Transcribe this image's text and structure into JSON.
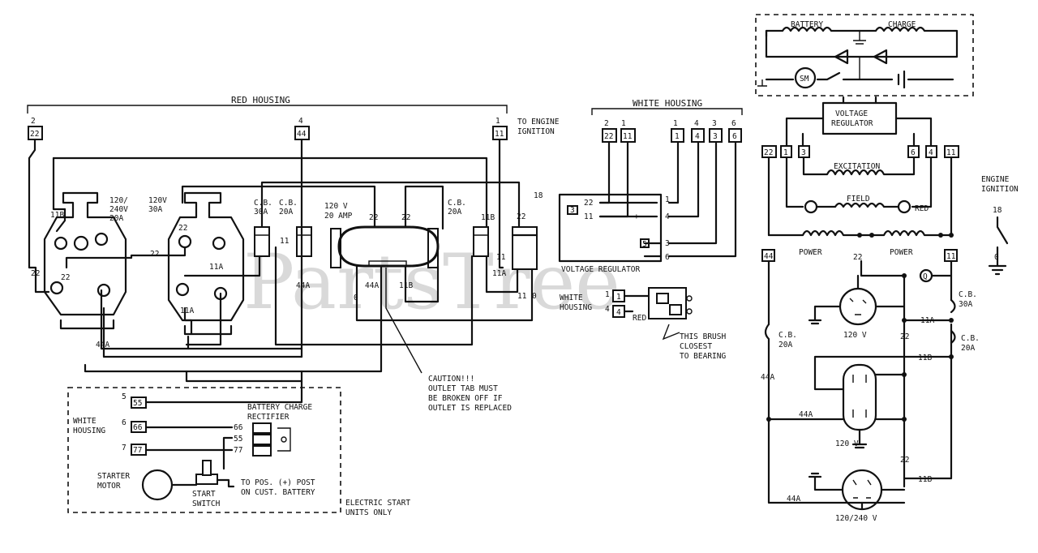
{
  "watermark": "PartsTree",
  "left": {
    "red_housing": "RED HOUSING",
    "to_engine_ignition": [
      "TO ENGINE",
      "IGNITION"
    ],
    "terminal_top": [
      {
        "num": "2",
        "box": "22"
      },
      {
        "num": "4",
        "box": "44"
      },
      {
        "num": "1",
        "box": "11"
      }
    ],
    "outlet1": [
      "120/",
      "240V",
      "20A"
    ],
    "outlet2": [
      "120V",
      "30A"
    ],
    "cb1": [
      "C.B.",
      "30A"
    ],
    "cb2": [
      "C.B.",
      "20A"
    ],
    "outlet3": [
      "120 V",
      "20 AMP"
    ],
    "cb3": [
      "C.B.",
      "20A"
    ],
    "wire_labels": {
      "w22a": "22",
      "w22b": "22",
      "w22c": "22",
      "w22d": "22",
      "w22e": "22",
      "w22f": "22",
      "w11a": "11A",
      "w11b": "11A",
      "w11c": "11A",
      "w11B": "11B",
      "w11Bb": "11B",
      "w44A": "44A",
      "w44Ab": "44A",
      "w44Ac": "44A",
      "w11": "11",
      "w11x": "11",
      "w11y": "11",
      "w0": "0",
      "w0b": "0",
      "w18": "18"
    },
    "caution": [
      "CAUTION!!!",
      "OUTLET TAB MUST",
      "BE BROKEN OFF IF",
      "OUTLET IS REPLACED"
    ]
  },
  "start": {
    "white_housing": [
      "WHITE",
      "HOUSING"
    ],
    "terms": [
      {
        "num": "5",
        "box": "55"
      },
      {
        "num": "6",
        "box": "66"
      },
      {
        "num": "7",
        "box": "77"
      }
    ],
    "rectifier": [
      "BATTERY CHARGE",
      "RECTIFIER"
    ],
    "rect_wires": [
      "66",
      "55",
      "77"
    ],
    "starter_motor": [
      "STARTER",
      "MOTOR"
    ],
    "start_switch": [
      "START",
      "SWITCH"
    ],
    "to_pos": [
      "TO POS. (+) POST",
      "ON CUST. BATTERY"
    ],
    "electric_start": [
      "ELECTRIC START",
      "UNITS ONLY"
    ]
  },
  "middle": {
    "white_housing": "WHITE HOUSING",
    "terminals": [
      {
        "num": "2",
        "box": "22"
      },
      {
        "num": "1",
        "box": "11"
      },
      {
        "num": "1",
        "box": "1"
      },
      {
        "num": "4",
        "box": "4"
      },
      {
        "num": "3",
        "box": "3"
      },
      {
        "num": "6",
        "box": "6"
      }
    ],
    "vr_wires": [
      "22",
      "11",
      "1",
      "4",
      "3",
      "6"
    ],
    "vr_signs": [
      "−",
      "+"
    ],
    "vr_label": "VOLTAGE REGULATOR",
    "vr_num": "3",
    "vr_num5": "5",
    "brush_wh": [
      "WHITE",
      "HOUSING"
    ],
    "brush_terms": [
      {
        "num": "1",
        "box": "1"
      },
      {
        "num": "4",
        "box": "4"
      }
    ],
    "brush_red": "RED",
    "brush_note": [
      "THIS BRUSH",
      "CLOSEST",
      "TO BEARING"
    ]
  },
  "right": {
    "battery": "BATTERY",
    "charge": "CHARGE",
    "sm": "SM",
    "voltage_regulator": [
      "VOLTAGE",
      "REGULATOR"
    ],
    "top_boxes": [
      "22",
      "1",
      "3",
      "6",
      "4",
      "11"
    ],
    "excitation": "EXCITATION",
    "field": "FIELD",
    "red": "RED",
    "power1": "POWER",
    "power2": "POWER",
    "engine_ignition": [
      "ENGINE",
      "IGNITION"
    ],
    "ign_18": "18",
    "ign_0": "0",
    "box44": "44",
    "box22": "22",
    "box11": "11",
    "cb30": [
      "C.B.",
      "30A"
    ],
    "cb20r": [
      "C.B.",
      "20A"
    ],
    "cb20l": [
      "C.B.",
      "20A"
    ],
    "w11A": "11A",
    "w11B1": "11B",
    "w11B2": "11B",
    "w22a": "22",
    "w22b": "22",
    "w44A1": "44A",
    "w44A2": "44A",
    "w44A3": "44A",
    "out1": "120 V",
    "out2": "120 V",
    "out3": "120/240 V",
    "q": "Q"
  }
}
